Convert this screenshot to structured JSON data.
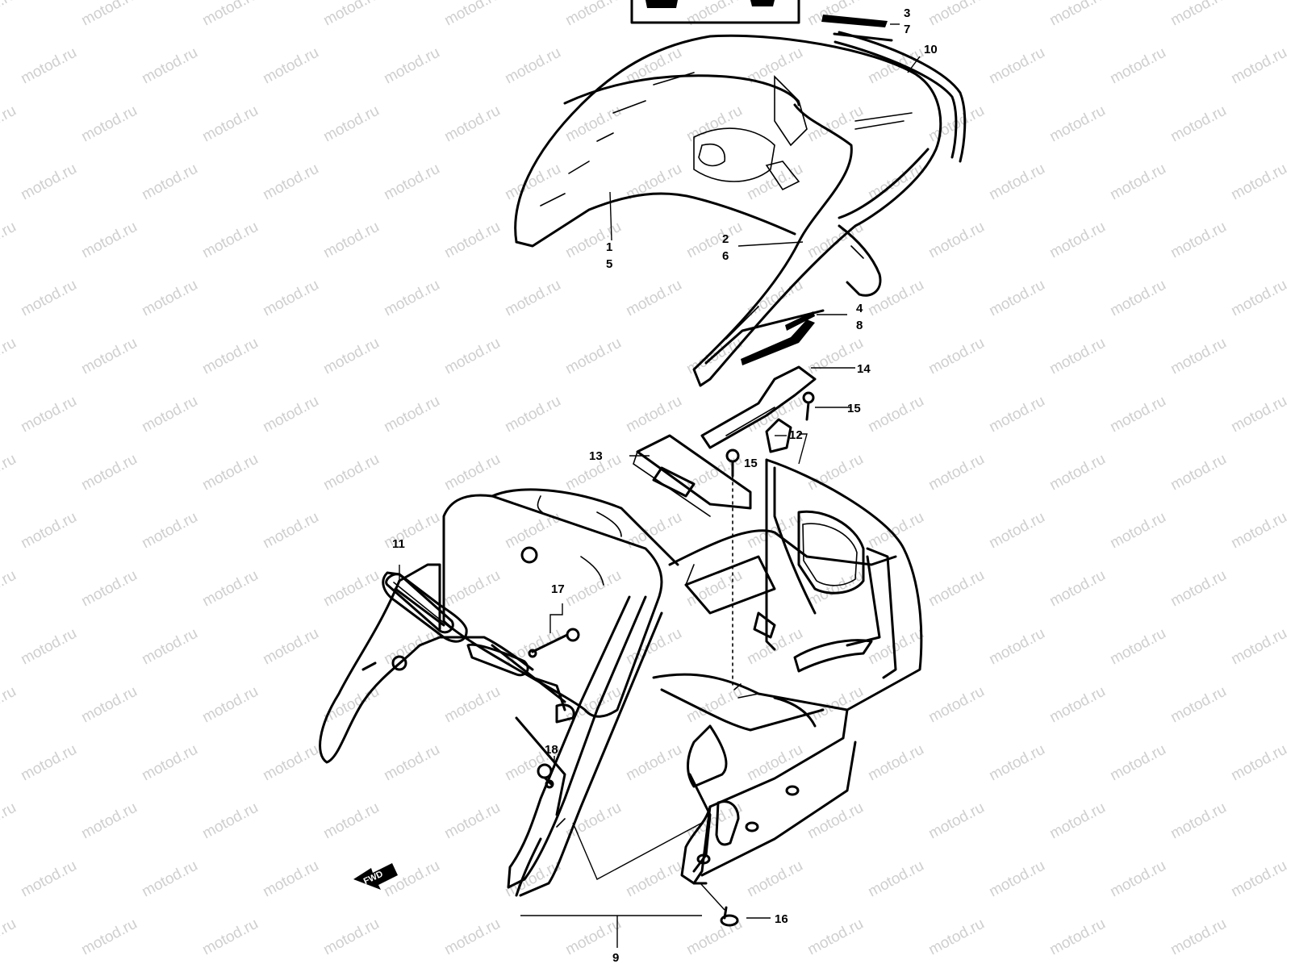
{
  "watermark": {
    "text": "motod.ru"
  },
  "fwd_label": "FWD",
  "callouts": [
    "3",
    "7",
    "10",
    "1",
    "5",
    "2",
    "6",
    "4",
    "8",
    "14",
    "15",
    "12",
    "13",
    "15",
    "11",
    "17",
    "18",
    "16",
    "9"
  ]
}
